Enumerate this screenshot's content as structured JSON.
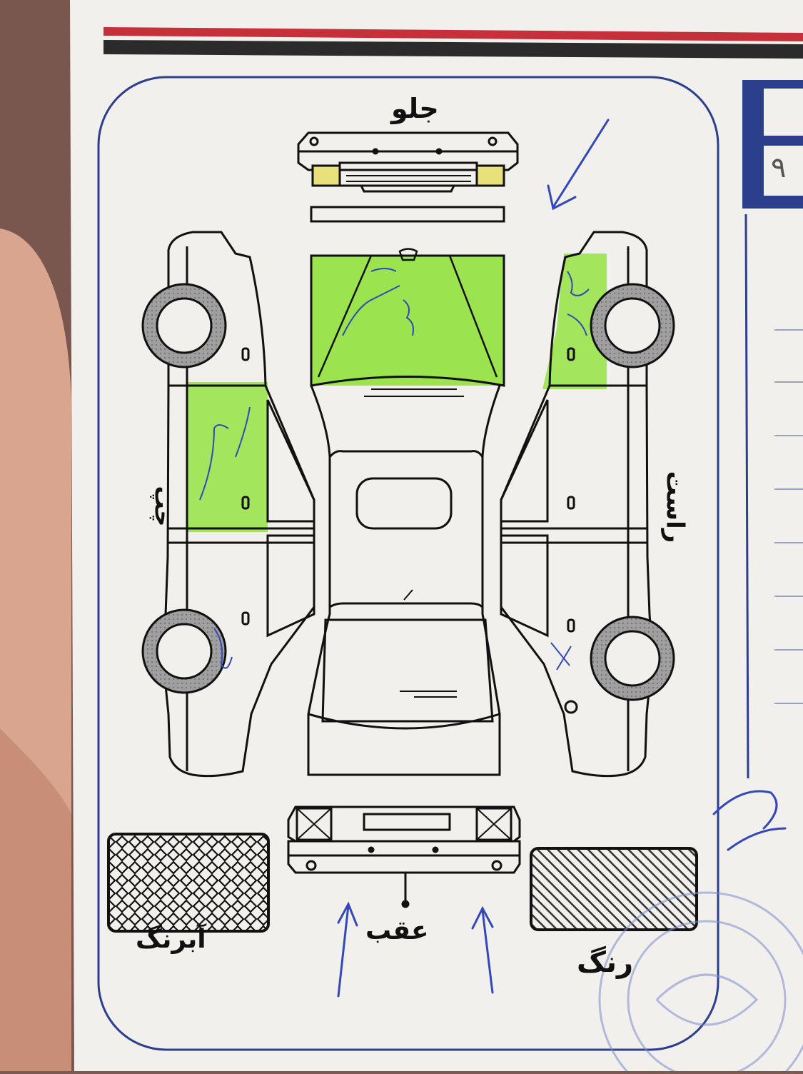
{
  "labels": {
    "front": "جلو",
    "rear": "عقب",
    "left": "چپ",
    "right": "راست",
    "putty": "آبرنگ",
    "paint": "رنگ"
  },
  "side_table": {
    "digit": "۹"
  },
  "colors": {
    "paper": "#f2f0ec",
    "frame": "#2c3f8c",
    "stripe_red": "#c6303a",
    "stripe_dark": "#2b2b2b",
    "highlight_green": "#9be34f",
    "pen_blue": "#3348b8",
    "wheel_gray": "#9a9a9a",
    "headlight_yellow": "#e8e07a"
  }
}
